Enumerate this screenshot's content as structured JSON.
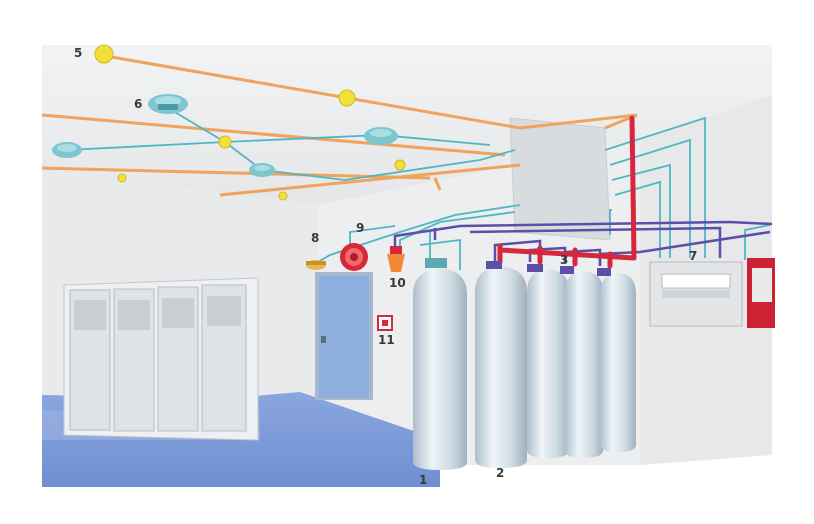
{
  "labels": {
    "cylinder_1": "1",
    "cylinder_2": "2",
    "valve_3": "3",
    "sensor_5": "5",
    "detector_6": "6",
    "panel_7": "7",
    "sounder_8": "8",
    "bell_9": "9",
    "strobe_10": "10",
    "button_11": "11"
  },
  "colors": {
    "signal_wire": "#4fb7c4",
    "ceiling_pipe": "#f0a35c",
    "gas_pipe": "#d6283a",
    "control_pipe": "#5b4fa8",
    "cylinder": "#d6e3ea",
    "floor": "#7b9bd9",
    "door": "#8fb0df",
    "detector": "#7cc6cf",
    "sensor": "#f1e03a"
  },
  "icons": [
    "smoke-detector-icon",
    "heat-sensor-icon",
    "bell-icon",
    "sounder-icon",
    "strobe-icon",
    "manual-call-point-icon",
    "control-panel-icon"
  ]
}
